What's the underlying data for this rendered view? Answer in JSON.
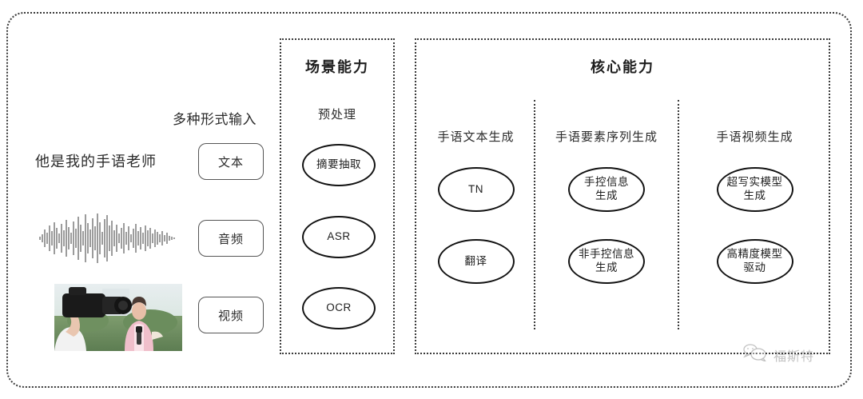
{
  "diagram": {
    "input_section": {
      "title": "多种形式输入",
      "sample_text": "他是我的手语老师",
      "waveform_icon": "audio-waveform-icon",
      "video_icon": "video-thumbnail-image",
      "buttons": [
        {
          "label": "文本",
          "name": "text"
        },
        {
          "label": "音频",
          "name": "audio"
        },
        {
          "label": "视频",
          "name": "video"
        }
      ]
    },
    "scene_panel": {
      "title": "场景能力",
      "subtitle": "预处理",
      "nodes": [
        {
          "label": "摘要抽取"
        },
        {
          "label": "ASR"
        },
        {
          "label": "OCR"
        }
      ]
    },
    "core_panel": {
      "title": "核心能力",
      "columns": [
        {
          "header": "手语文本生成",
          "nodes": [
            {
              "line1": "TN",
              "line2": ""
            },
            {
              "line1": "翻译",
              "line2": ""
            }
          ]
        },
        {
          "header": "手语要素序列生成",
          "nodes": [
            {
              "line1": "手控信息",
              "line2": "生成"
            },
            {
              "line1": "非手控信息",
              "line2": "生成"
            }
          ]
        },
        {
          "header": "手语视频生成",
          "nodes": [
            {
              "line1": "超写实模型",
              "line2": "生成"
            },
            {
              "line1": "高精度模型",
              "line2": "驱动"
            }
          ]
        }
      ]
    },
    "watermark": {
      "icon": "wechat-bubbles-icon",
      "text": "福斯特"
    },
    "colors": {
      "border": "#3a3a3a",
      "node_outline": "#121212",
      "text": "#1d1d1d"
    }
  }
}
